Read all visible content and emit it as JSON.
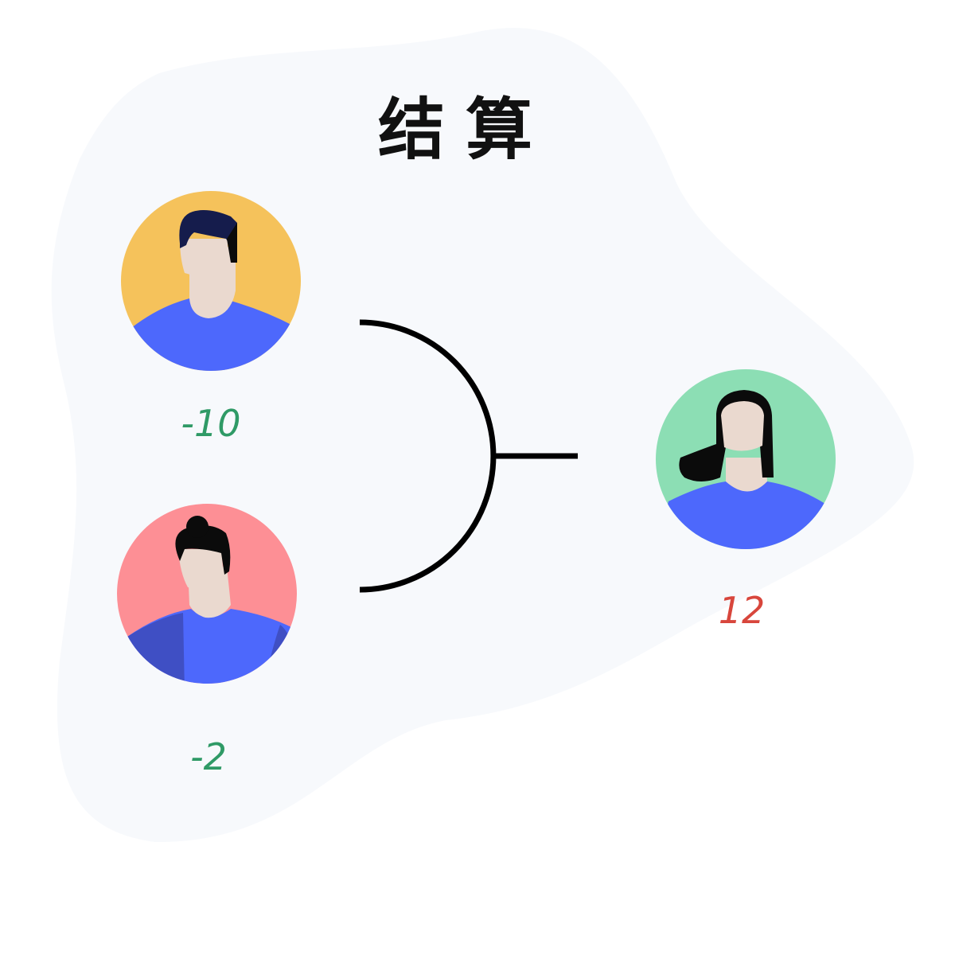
{
  "title": "结算",
  "colors": {
    "background_blob": "#f7f9fc",
    "connector": "#000000",
    "shirt": "#4d68fc",
    "shirt_shadow": "#3f4fc4",
    "skin": "#ead9cf",
    "hair_navy": "#151c4c",
    "hair_black": "#0b0b0b",
    "negative": "#2f9a66",
    "positive": "#d8463c"
  },
  "people": [
    {
      "id": "man",
      "icon": "man-avatar-icon",
      "bg": "#f5c25b",
      "score": "-10",
      "score_type": "negative"
    },
    {
      "id": "bun",
      "icon": "woman-bun-avatar-icon",
      "bg": "#fd8f95",
      "score": "-2",
      "score_type": "negative"
    },
    {
      "id": "longhair",
      "icon": "woman-long-hair-avatar-icon",
      "bg": "#8cdeb4",
      "score": "12",
      "score_type": "positive"
    }
  ]
}
